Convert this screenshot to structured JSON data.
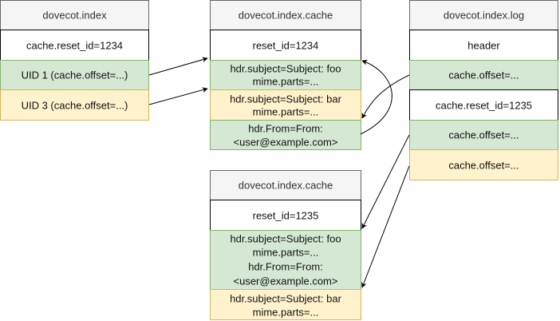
{
  "index": {
    "title": "dovecot.index",
    "reset": "cache.reset_id=1234",
    "uid1": "UID 1 (cache.offset=...)",
    "uid3": "UID 3 (cache.offset=...)"
  },
  "cache1": {
    "title": "dovecot.index.cache",
    "reset": "reset_id=1234",
    "rec1": [
      "hdr.subject=Subject: foo",
      "mime.parts=..."
    ],
    "rec2": [
      "hdr.subject=Subject: bar",
      "mime.parts=..."
    ],
    "rec3": [
      "hdr.From=From:",
      "<user@example.com>"
    ]
  },
  "log": {
    "title": "dovecot.index.log",
    "header": "header",
    "offset1": "cache.offset=...",
    "reset": "cache.reset_id=1235",
    "offset2": "cache.offset=...",
    "offset3": "cache.offset=..."
  },
  "cache2": {
    "title": "dovecot.index.cache",
    "reset": "reset_id=1235",
    "rec1": [
      "hdr.subject=Subject: foo",
      "mime.parts=...",
      "hdr.From=From:",
      "<user@example.com>"
    ],
    "rec2": [
      "hdr.subject=Subject: bar",
      "mime.parts=..."
    ]
  },
  "colors": {
    "header_fill": "#f5f5f5",
    "green_fill": "#d5e8d4",
    "green_stroke": "#82b366",
    "yellow_fill": "#fff2cc",
    "yellow_stroke": "#d6b656"
  }
}
